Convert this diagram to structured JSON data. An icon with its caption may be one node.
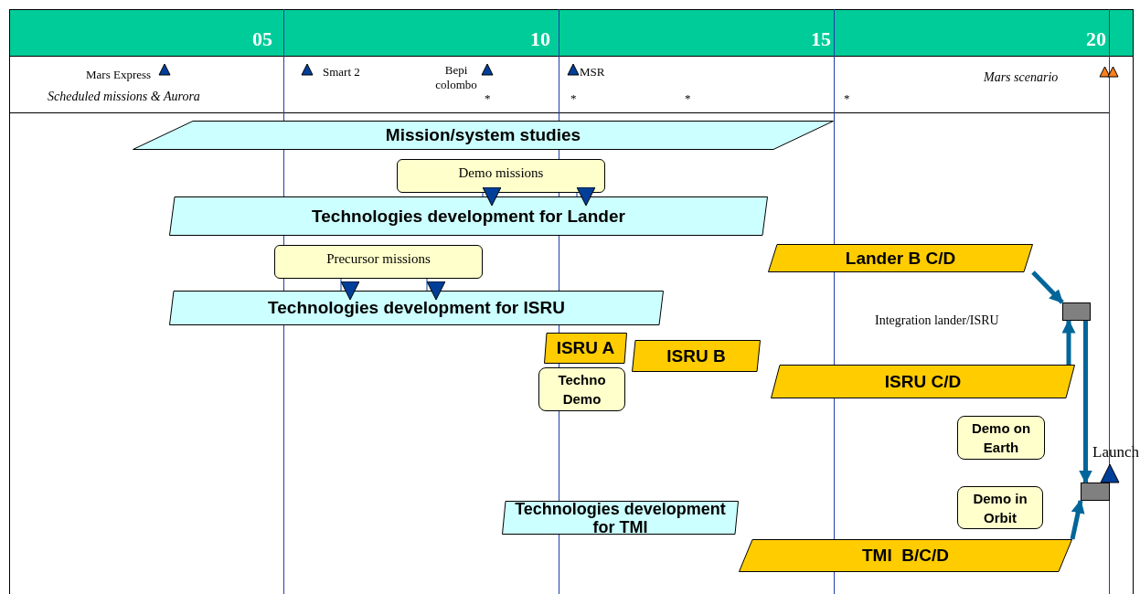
{
  "diagram": {
    "nodes": [
      {
        "text": [
          "Mission/system studies"
        ]
      },
      {
        "text": [
          "Demo missions"
        ]
      },
      {
        "text": [
          "Technologies development for Lander"
        ]
      },
      {
        "text": [
          "Precursor missions"
        ]
      },
      {
        "text": [
          "Lander B C/D"
        ]
      },
      {
        "text": [
          "Technologies development for ISRU"
        ]
      },
      {
        "text": [],
        "shape": "box"
      },
      {
        "text": [
          "ISRU A"
        ]
      },
      {
        "text": [
          "ISRU B"
        ]
      },
      {
        "text": [
          "Techno Demo"
        ]
      },
      {
        "text": [
          "ISRU C/D"
        ]
      },
      {
        "text": [
          "Demo on Earth"
        ]
      },
      {
        "text": [],
        "shape": "box"
      },
      {
        "text": [
          "Demo in Orbit"
        ]
      },
      {
        "text": [
          "Technologies development for TMI"
        ]
      },
      {
        "text": [
          "TMI  B/C/D"
        ]
      }
    ],
    "edges": [
      {
        "from": 4,
        "to": 6,
        "arrow": "to",
        "style": "thick"
      },
      {
        "from": 10,
        "to": 6,
        "arrow": "to",
        "style": "thick"
      },
      {
        "from": 6,
        "to": 12,
        "arrow": "to",
        "style": "thick"
      },
      {
        "from": 15,
        "to": 12,
        "arrow": "to",
        "style": "thick"
      },
      {
        "from": 1,
        "to": 2,
        "arrow": "to",
        "color": "#003f99"
      },
      {
        "from": 1,
        "to": 2,
        "arrow": "to",
        "color": "#003f99"
      },
      {
        "from": 3,
        "to": 5,
        "arrow": "to",
        "color": "#003f99"
      },
      {
        "from": 3,
        "to": 5,
        "arrow": "to",
        "color": "#003f99"
      }
    ],
    "labels": [
      "05",
      "10",
      "15",
      "20",
      "Mars Express",
      "Smart 2",
      "Bepi colombo",
      "MSR",
      "Mars scenario",
      "Scheduled missions & Aurora",
      "*",
      "*",
      "*",
      "*",
      "Integration lander/ISRU",
      "Launch"
    ]
  }
}
